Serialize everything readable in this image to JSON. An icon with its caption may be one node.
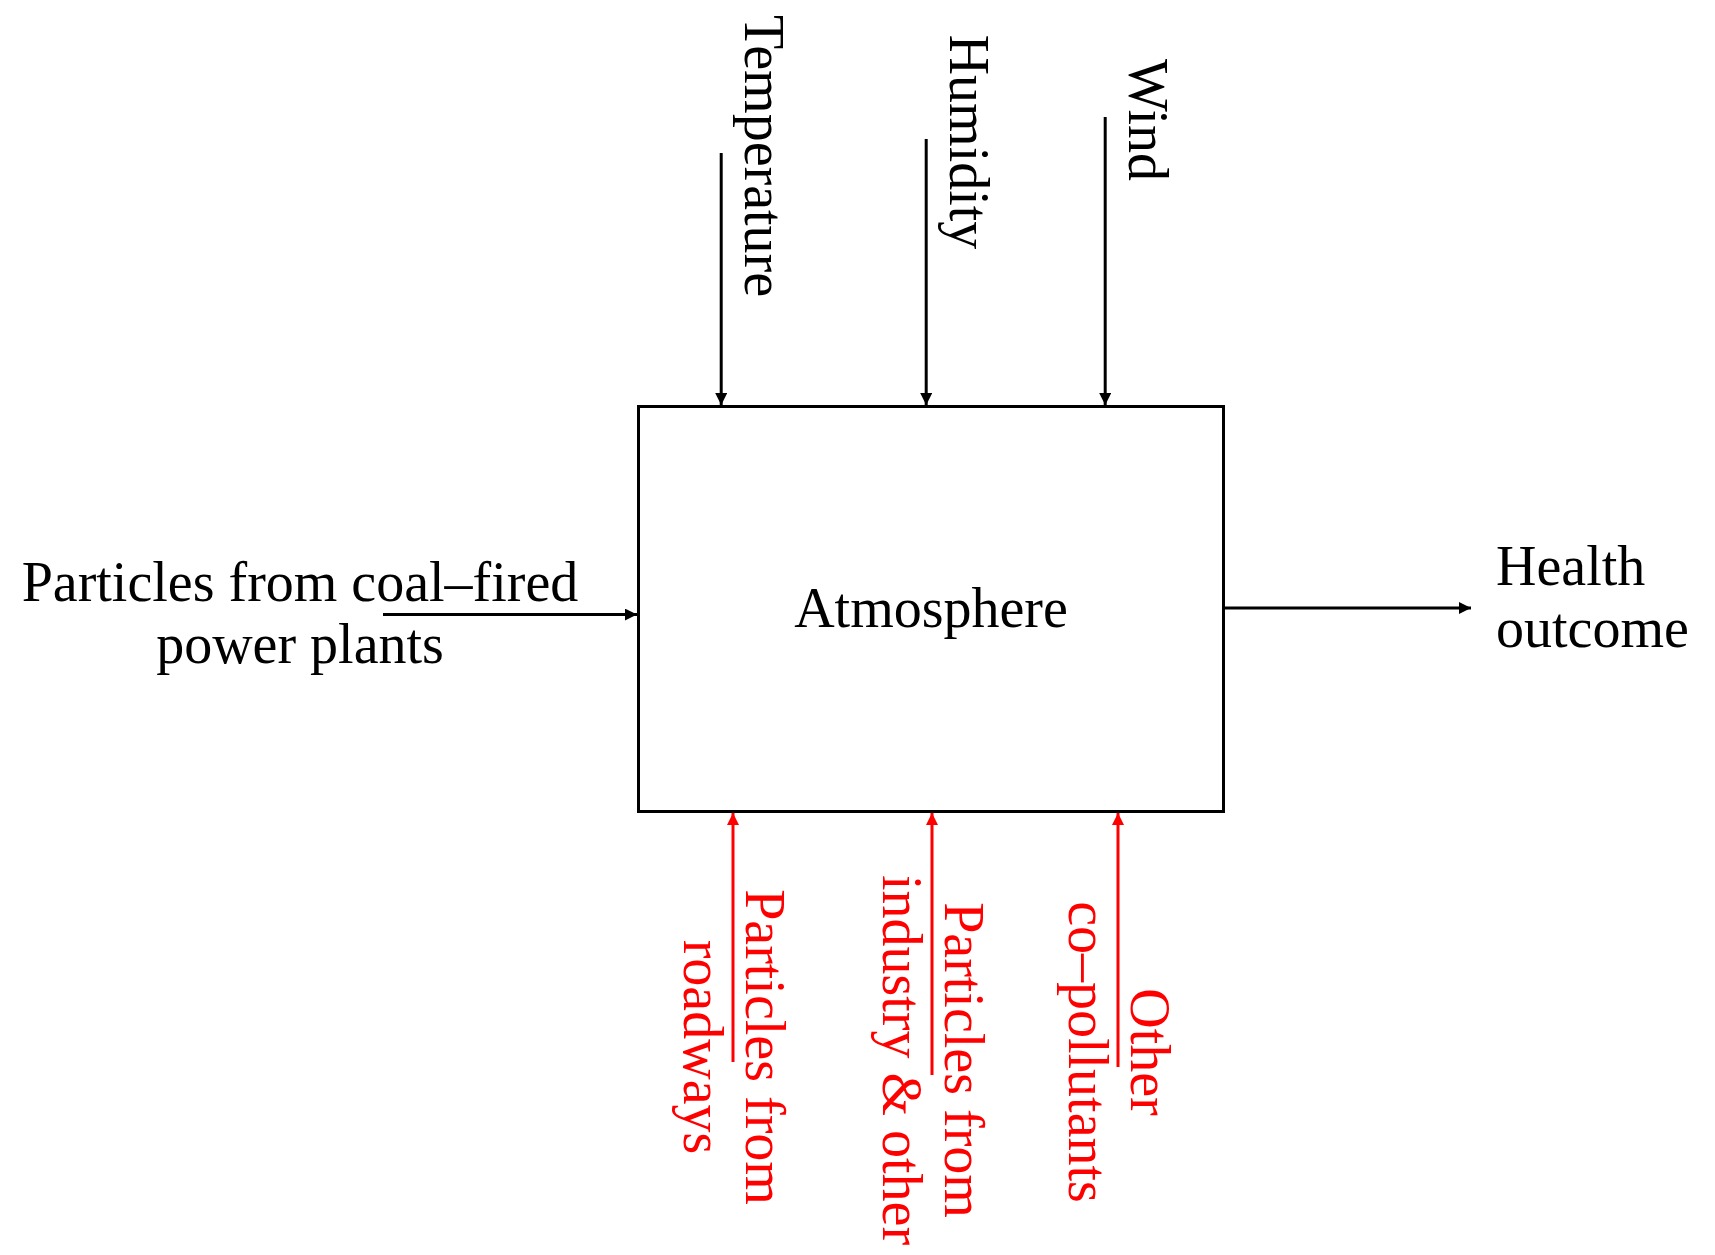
{
  "diagram": {
    "nodes": [
      {
        "text": [
          "Temperature"
        ]
      },
      {
        "text": [
          "Humidity"
        ]
      },
      {
        "text": [
          "Wind"
        ]
      },
      {
        "text": [
          "Atmosphere"
        ]
      },
      {
        "text": [
          "Particles from coal–fired power plants"
        ]
      },
      {
        "text": [
          "Health outcome"
        ]
      },
      {
        "text": [
          "Particles from roadways"
        ]
      },
      {
        "text": [
          "Particles from industry & other"
        ]
      },
      {
        "text": [
          "Other co–pollutants"
        ]
      }
    ],
    "edges": [
      {
        "from": 0,
        "to": 3,
        "arrow": "to"
      },
      {
        "from": 1,
        "to": 3,
        "arrow": "to"
      },
      {
        "from": 2,
        "to": 3,
        "arrow": "to"
      },
      {
        "from": 4,
        "to": 3,
        "arrow": "to"
      },
      {
        "from": 3,
        "to": 5,
        "arrow": "to"
      },
      {
        "from": 6,
        "to": 3,
        "arrow": "to",
        "color": "#ff0000"
      },
      {
        "from": 7,
        "to": 3,
        "arrow": "to",
        "color": "#ff0000"
      },
      {
        "from": 8,
        "to": 3,
        "arrow": "to",
        "color": "#ff0000"
      }
    ]
  }
}
